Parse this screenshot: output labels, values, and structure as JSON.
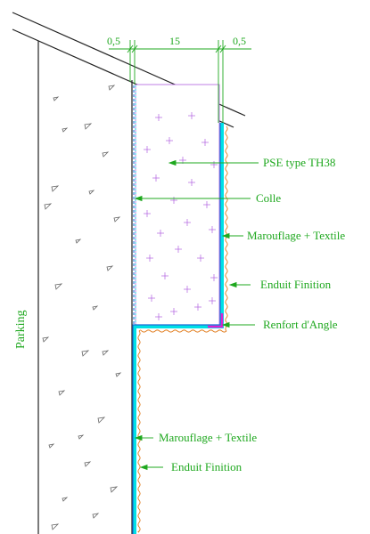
{
  "colors": {
    "line": "#222222",
    "label_green": "#1fa81f",
    "leader_green": "#1fa81f",
    "mesh_cyan": "#00e0e6",
    "mesh_blue": "#1a6bd6",
    "finish_orange": "#e07a1a",
    "insulation_purple": "#b060e0",
    "corner_magenta": "#e020d0",
    "rubble_gray": "#666666"
  },
  "dimensions": {
    "left": "0,5",
    "middle": "15",
    "right": "0,5"
  },
  "side_label": "Parking",
  "callouts": {
    "pse": "PSE type TH38",
    "colle": "Colle",
    "marouflage_top": "Marouflage + Textile",
    "enduit_top": "Enduit Finition",
    "renfort": "Renfort d'Angle",
    "marouflage_bottom": "Marouflage + Textile",
    "enduit_bottom": "Enduit Finition"
  }
}
